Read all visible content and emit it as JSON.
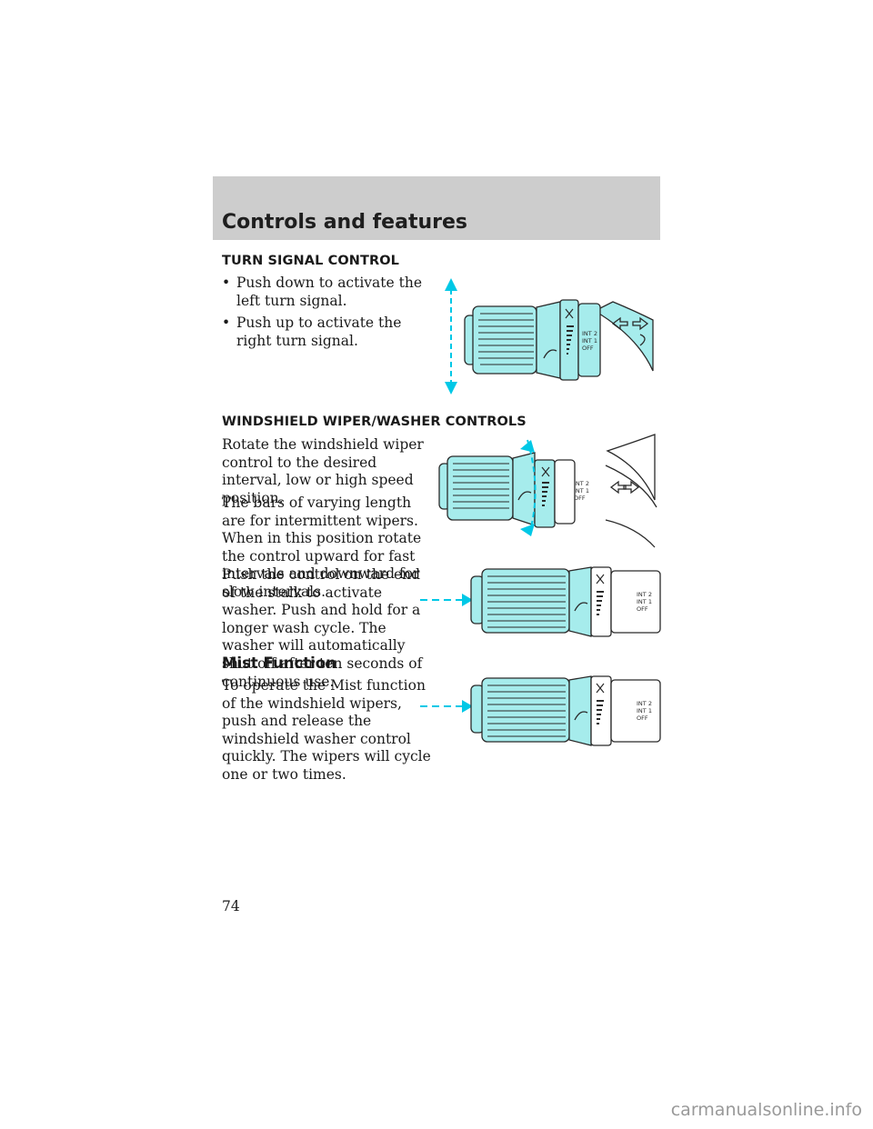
{
  "header": {
    "title": "Controls and features"
  },
  "turn_signal": {
    "heading": "TURN SIGNAL CONTROL",
    "bullets": [
      "Push down to activate the left turn signal.",
      "Push up to activate the right turn signal."
    ]
  },
  "wiper": {
    "heading": "WINDSHIELD WIPER/WASHER CONTROLS",
    "p1": "Rotate the windshield wiper control to the desired interval, low or high speed position.",
    "p2": "The bars of varying length are for intermittent wipers. When in this position rotate the control upward for fast intervals and downward for slow intervals.",
    "p3": "Push the control on the end of the stalk to activate washer. Push and hold for a longer wash cycle. The washer will automatically shut off after ten seconds of continuous use."
  },
  "mist": {
    "heading": "Mist Function",
    "p1": "To operate the Mist function of the windshield wipers, push and release the windshield washer control quickly. The wipers will cycle one or two times."
  },
  "stalk_labels": {
    "int2": "INT 2",
    "int1": "INT 1",
    "off": "OFF"
  },
  "colors": {
    "stalk": "#a6ecec",
    "arrow": "#00c8e6",
    "header_band": "#cdcdcd"
  },
  "page_number": "74",
  "watermark": "carmanualsonline.info"
}
